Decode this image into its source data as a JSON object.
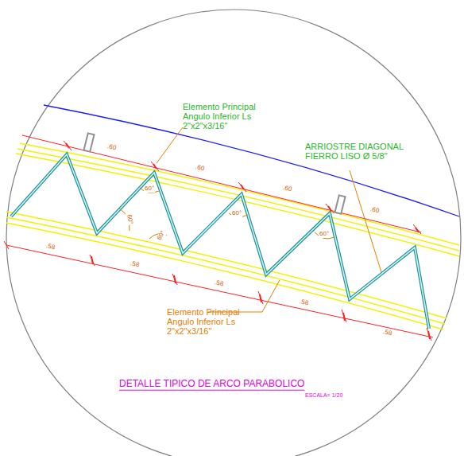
{
  "diagram": {
    "title": "DETALLE TIPICO DE ARCO PARABOLICO",
    "labels": [
      "Elemento Principal Angulo Inferior Ls 2\"x2\"x3/16\"",
      "ARRIOSTRE DIAGONAL FIERRO LISO Ø 5/8\"",
      ".60",
      ".60",
      ".60",
      ".60",
      "60°",
      "60°",
      "60°",
      "60°",
      "60°",
      ".58",
      ".58",
      ".58",
      ".58",
      ".58",
      "Elemento Principal Angulo Inferior Ls 2\"x2\"x3/16\"",
      "ESCALA= 1/20"
    ]
  }
}
